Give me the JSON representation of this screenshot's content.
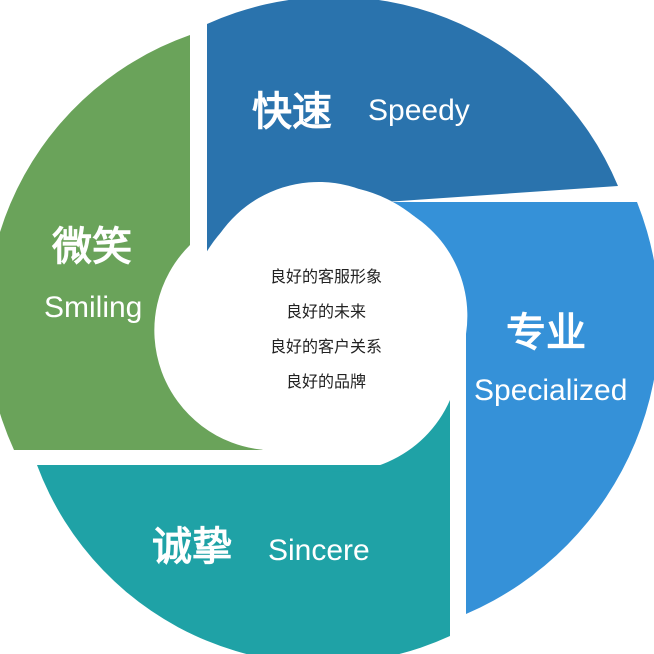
{
  "segments": {
    "speedy": {
      "zh": "快速",
      "en": "Speedy",
      "color": "#2a73ad"
    },
    "specialized": {
      "zh": "专业",
      "en": "Specialized",
      "color": "#3591d8"
    },
    "sincere": {
      "zh": "诚挚",
      "en": "Sincere",
      "color": "#1fa2a6"
    },
    "smiling": {
      "zh": "微笑",
      "en": "Smiling",
      "color": "#6aa35a"
    }
  },
  "center": {
    "lines": [
      "良好的客服形象",
      "良好的未来",
      "良好的客户关系",
      "良好的品牌"
    ]
  }
}
